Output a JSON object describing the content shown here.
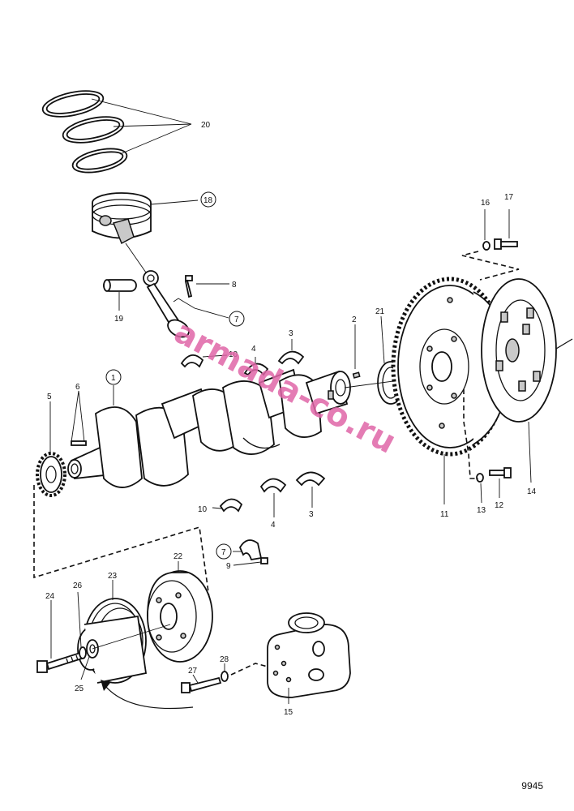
{
  "callouts": {
    "c1": "1",
    "c2": "2",
    "c3a": "3",
    "c3b": "3",
    "c4a": "4",
    "c4b": "4",
    "c5": "5",
    "c6": "6",
    "c7a": "7",
    "c7b": "7",
    "c8": "8",
    "c9": "9",
    "c10a": "10",
    "c10b": "10",
    "c11": "11",
    "c12": "12",
    "c13": "13",
    "c14": "14",
    "c15": "15",
    "c16": "16",
    "c17": "17",
    "c18": "18",
    "c19": "19",
    "c20": "20",
    "c21": "21",
    "c22": "22",
    "c23": "23",
    "c24": "24",
    "c25": "25",
    "c26": "26",
    "c27": "27",
    "c28": "28"
  },
  "watermark": "armada-co.ru",
  "figure_number": "9945"
}
